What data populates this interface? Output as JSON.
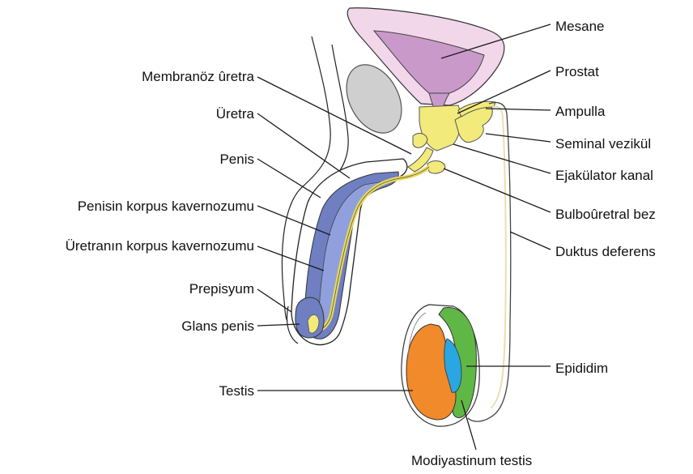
{
  "labels": {
    "mesane": "Mesane",
    "prostat": "Prostat",
    "ampulla": "Ampulla",
    "seminal": "Seminal vezikül",
    "ejakulator": "Ejakülator kanal",
    "bulbouretral": "Bulboûretral bez",
    "duktus": "Duktus deferens",
    "epididim": "Epididim",
    "mediastinum": "Modiyastinum testis",
    "membranoz": "Membranöz ûretra",
    "uretra": "Üretra",
    "penis": "Penis",
    "korpus_kavernozum": "Penisin korpus kavernozumu",
    "korpus_spongiozum": "Üretranın korpus kavernozumu",
    "prepisyum": "Prepisyum",
    "glans": "Glans penis",
    "testis": "Testis"
  },
  "colors": {
    "bladder": "#c99ac9",
    "bladder_wall": "#f2d6ea",
    "prostate": "#f2ea7a",
    "corpus_blue": "#6f7fc2",
    "testis_orange": "#f08a2a",
    "epididymis_green": "#5fb845",
    "mediastinum_blue": "#2aa6e0",
    "rectum_gray": "#d0cfd0"
  }
}
